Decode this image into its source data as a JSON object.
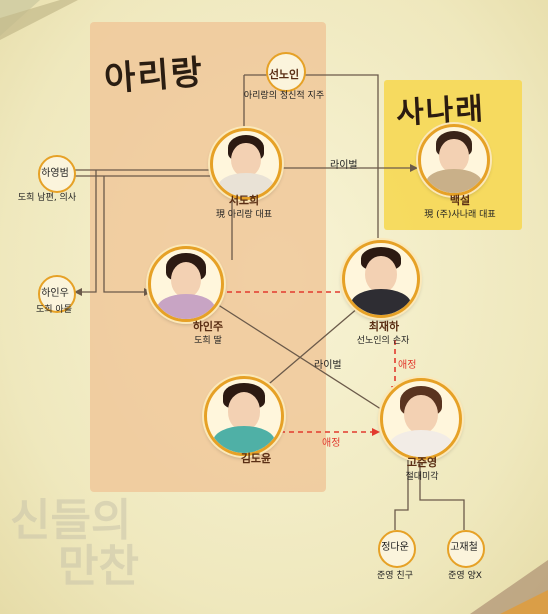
{
  "titles": {
    "arirang": "아리랑",
    "sanarae": "사나래"
  },
  "people": {
    "seonnoin": {
      "name": "선노인",
      "desc": "아리랑의 정신적 지주"
    },
    "sudohui": {
      "name": "서도희",
      "desc": "現 아리랑 대표"
    },
    "baekseol": {
      "name": "백설",
      "desc": "現 (주)사나래 대표"
    },
    "hayoungbeom": {
      "name": "하영범",
      "desc": "도희 남편, 의사"
    },
    "hainwoo": {
      "name": "하인우",
      "desc": "도희 아들"
    },
    "hainju": {
      "name": "하인주",
      "desc": "도희 딸"
    },
    "choijaeha": {
      "name": "최재하",
      "desc": "선노인의 손자"
    },
    "kimdoyun": {
      "name": "김도윤",
      "desc": ""
    },
    "gojunyoung": {
      "name": "고준영",
      "desc": "절대미각"
    },
    "jungdaun": {
      "name": "정다운",
      "desc": "준영 친구"
    },
    "gojaecheol": {
      "name": "고재철",
      "desc": "준영 양X"
    }
  },
  "relations": {
    "rival1": "라이벌",
    "rival2": "라이벌",
    "love1": "애정",
    "love2": "애정"
  },
  "logo": {
    "line1": "신들의",
    "line2": "만찬"
  },
  "colors": {
    "arirang_panel": "#f0c89a",
    "sanarae_panel": "#f6d95a",
    "ring": "#e6a126",
    "line": "#6b5a4a",
    "love": "#e23a2e"
  }
}
